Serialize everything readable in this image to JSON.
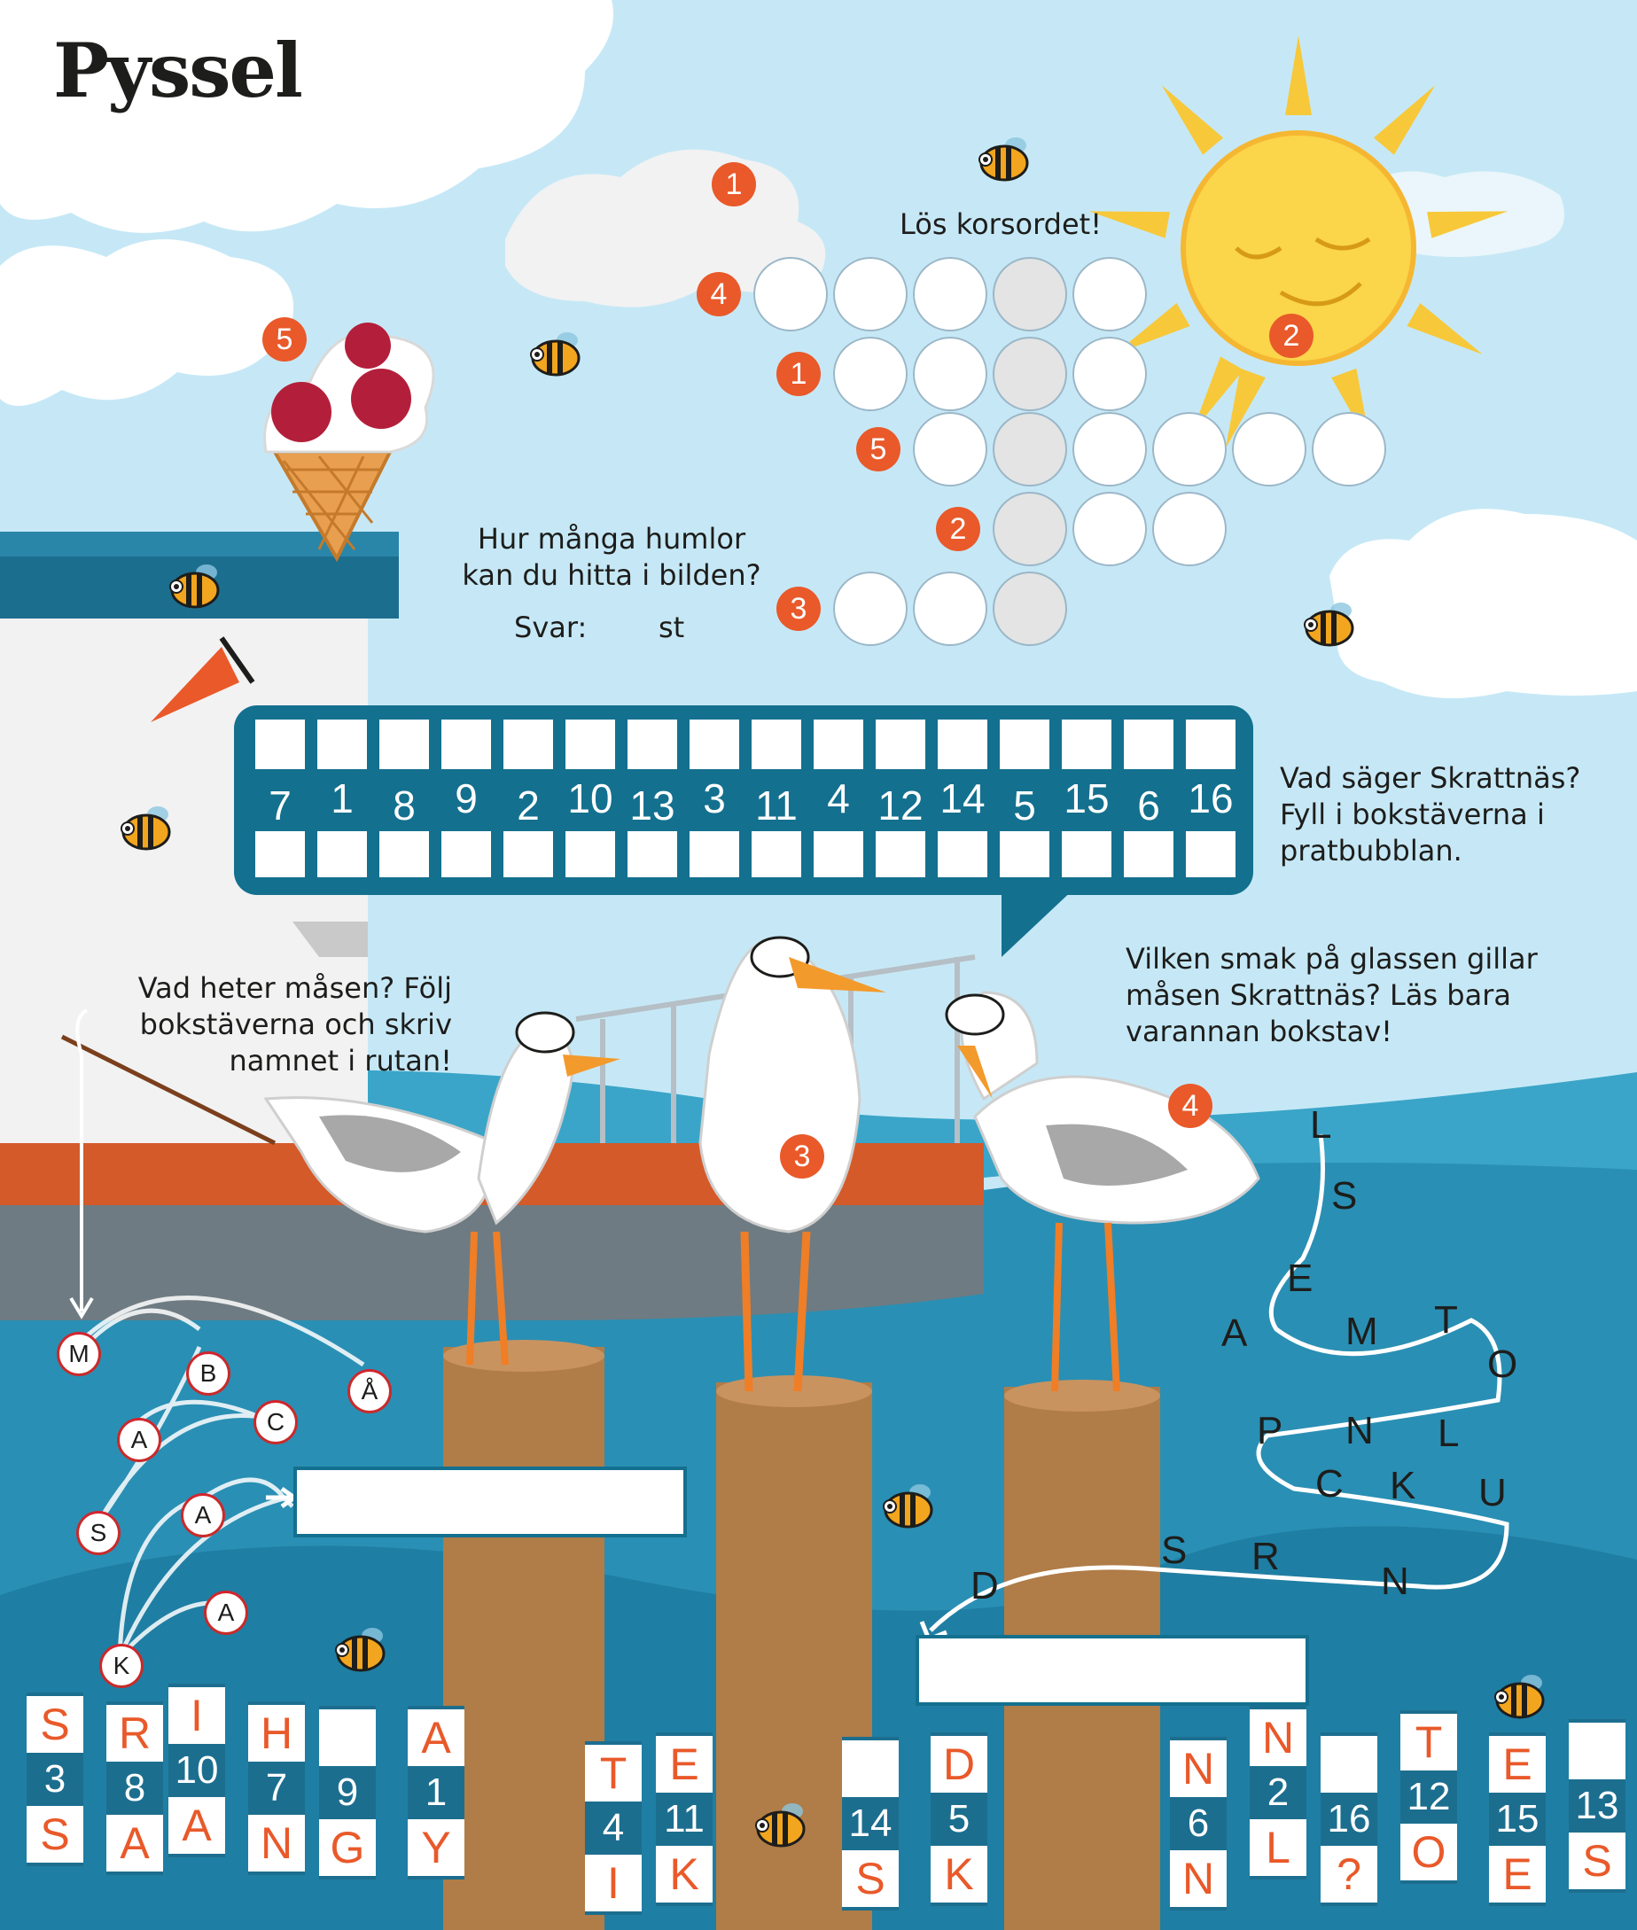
{
  "logo": {
    "text": "Pyssel"
  },
  "crossword": {
    "instruction": "Lös korsordet!",
    "rows": [
      {
        "clue": "4",
        "cells": 5,
        "key_index": 3
      },
      {
        "clue": "1",
        "cells": 4,
        "key_index": 2
      },
      {
        "clue": "5",
        "cells": 6,
        "key_index": 1
      },
      {
        "clue": "2",
        "cells": 3,
        "key_index": 0
      },
      {
        "clue": "3",
        "cells": 3,
        "key_index": 2
      }
    ]
  },
  "picture_clues": {
    "cloud": "1",
    "sun": "2",
    "gull_body": "3",
    "gull_wing": "4",
    "ice_cream": "5"
  },
  "bee_puzzle": {
    "question": "Hur många humlor kan du hitta i bilden?",
    "answer_label": "Svar:",
    "unit": "st"
  },
  "speech_bubble": {
    "numbers": [
      "7",
      "1",
      "8",
      "9",
      "2",
      "10",
      "13",
      "3",
      "11",
      "4",
      "12",
      "14",
      "5",
      "15",
      "6",
      "16"
    ],
    "instruction": "Vad säger Skrattnäs? Fyll i bokstäverna i pratbubblan."
  },
  "buoy_puzzle": {
    "instruction": "Vad heter måsen? Följ bokstäverna och skriv namnet i rutan!",
    "letters": [
      "M",
      "B",
      "Å",
      "A",
      "C",
      "S",
      "A",
      "A",
      "K"
    ]
  },
  "maze_puzzle": {
    "instruction": "Vilken smak på glassen gillar måsen Skrattnäs? Läs bara varannan bokstav!",
    "letters": [
      "L",
      "S",
      "E",
      "A",
      "M",
      "T",
      "O",
      "P",
      "N",
      "L",
      "C",
      "K",
      "U",
      "S",
      "R",
      "N",
      "D"
    ]
  },
  "cards": [
    {
      "top": "S",
      "num": "3",
      "bottom": "S"
    },
    {
      "top": "R",
      "num": "8",
      "bottom": "A"
    },
    {
      "top": "I",
      "num": "10",
      "bottom": "A"
    },
    {
      "top": "H",
      "num": "7",
      "bottom": "N"
    },
    {
      "top": "",
      "num": "9",
      "bottom": "G"
    },
    {
      "top": "A",
      "num": "1",
      "bottom": "Y"
    },
    {
      "top": "T",
      "num": "4",
      "bottom": "I"
    },
    {
      "top": "E",
      "num": "11",
      "bottom": "K"
    },
    {
      "top": "",
      "num": "14",
      "bottom": "S"
    },
    {
      "top": "D",
      "num": "5",
      "bottom": "K"
    },
    {
      "top": "N",
      "num": "6",
      "bottom": "N"
    },
    {
      "top": "N",
      "num": "2",
      "bottom": "L"
    },
    {
      "top": "",
      "num": "16",
      "bottom": "?"
    },
    {
      "top": "T",
      "num": "12",
      "bottom": "O"
    },
    {
      "top": "E",
      "num": "15",
      "bottom": "E"
    },
    {
      "top": "",
      "num": "13",
      "bottom": "S"
    }
  ],
  "colors": {
    "sky": "#c6e8f6",
    "sea": "#2a8fb4",
    "accent_orange": "#e9592a",
    "bubble_blue": "#14708f",
    "sun_yellow": "#f7c83a",
    "pole_brown": "#b07c47"
  }
}
